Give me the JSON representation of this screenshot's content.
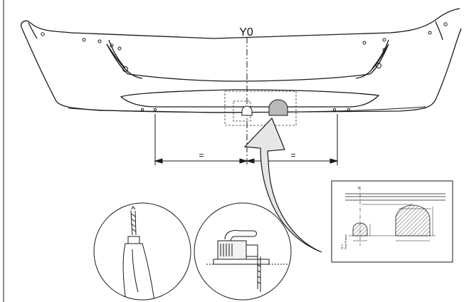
{
  "figure": {
    "axis_label": "Y0",
    "dimension_left": "=",
    "dimension_right": "=",
    "detail": {
      "axis_label": "Y",
      "side_label": "M.T.\nFind Fusion"
    }
  },
  "colors": {
    "line": "#1a1a1a",
    "arrow_fill": "#e6e6e6",
    "hole_fill": "#b9b9b9",
    "hatch": "#555555"
  },
  "icons": [
    "drill-bit-icon",
    "jigsaw-icon"
  ]
}
